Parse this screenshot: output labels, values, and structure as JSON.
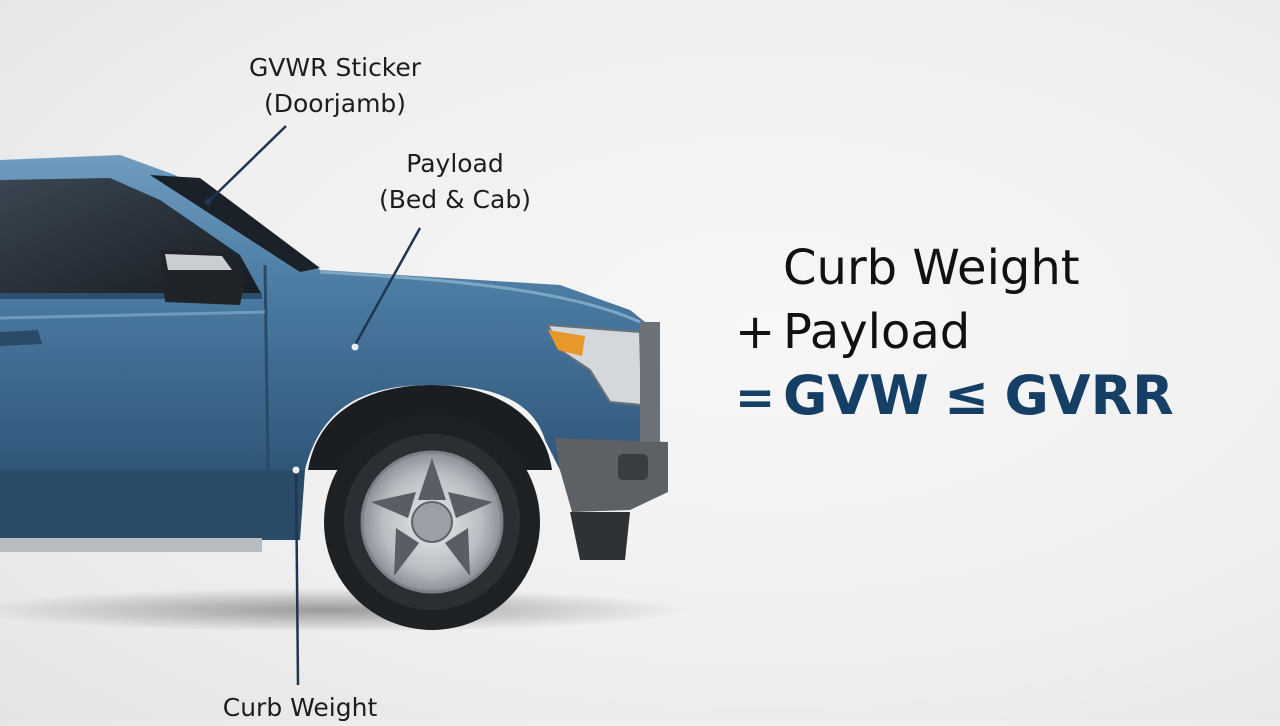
{
  "callouts": {
    "gvwr": {
      "label": "GVWR Sticker",
      "sublabel": "(Doorjamb)"
    },
    "payload": {
      "label": "Payload",
      "sublabel": "(Bed & Cab)"
    },
    "curb": {
      "label": "Curb Weight"
    }
  },
  "formula": {
    "line1": {
      "text": "Curb Weight"
    },
    "line2": {
      "operator": "+",
      "text": "Payload"
    },
    "line3": {
      "operator": "=",
      "lhs": "GVW",
      "relation": "≤",
      "rhs": "GVRR"
    }
  },
  "colors": {
    "truck_body": "#3f6f96",
    "truck_highlight": "#6f9cbf",
    "formula_accent": "#163f66",
    "leader_line": "#1f3550"
  }
}
